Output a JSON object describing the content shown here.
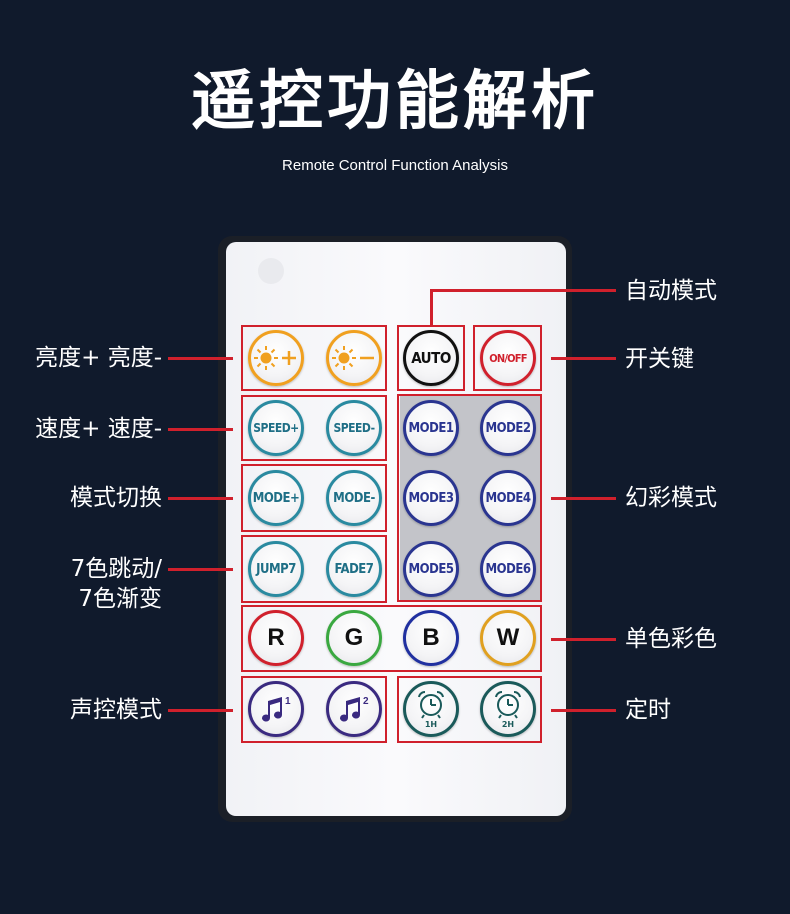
{
  "title": "遥控功能解析",
  "subtitle": "Remote Control Function Analysis",
  "labels_left": {
    "brightness": "亮度+ 亮度-",
    "speed": "速度+ 速度-",
    "mode_switch": "模式切换",
    "jump_fade_line1": "7色跳动/",
    "jump_fade_line2": "7色渐变",
    "sound": "声控模式"
  },
  "labels_right": {
    "auto": "自动模式",
    "power": "开关键",
    "dream": "幻彩模式",
    "single_color": "单色彩色",
    "timer": "定时"
  },
  "buttons": {
    "auto": "AUTO",
    "onoff": "ON/OFF",
    "speed_up": "SPEED+",
    "speed_down": "SPEED-",
    "mode1": "MODE1",
    "mode2": "MODE2",
    "mode_up": "MODE+",
    "mode_down": "MODE-",
    "mode3": "MODE3",
    "mode4": "MODE4",
    "jump7": "JUMP7",
    "fade7": "FADE7",
    "mode5": "MODE5",
    "mode6": "MODE6",
    "r": "R",
    "g": "G",
    "b": "B",
    "w": "W",
    "music1_sup": "1",
    "music2_sup": "2",
    "timer1": "1H",
    "timer2": "2H"
  },
  "colors": {
    "accent_red": "#d0202c",
    "orange": "#f0a020",
    "teal": "#2a8aa0",
    "navy": "#2a3590",
    "purple": "#3a2a80",
    "green": "#3aa840",
    "blue_ring": "#2030a0",
    "gold": "#e0a020",
    "dark_teal": "#1a5a5a",
    "background": "#101a2c"
  }
}
